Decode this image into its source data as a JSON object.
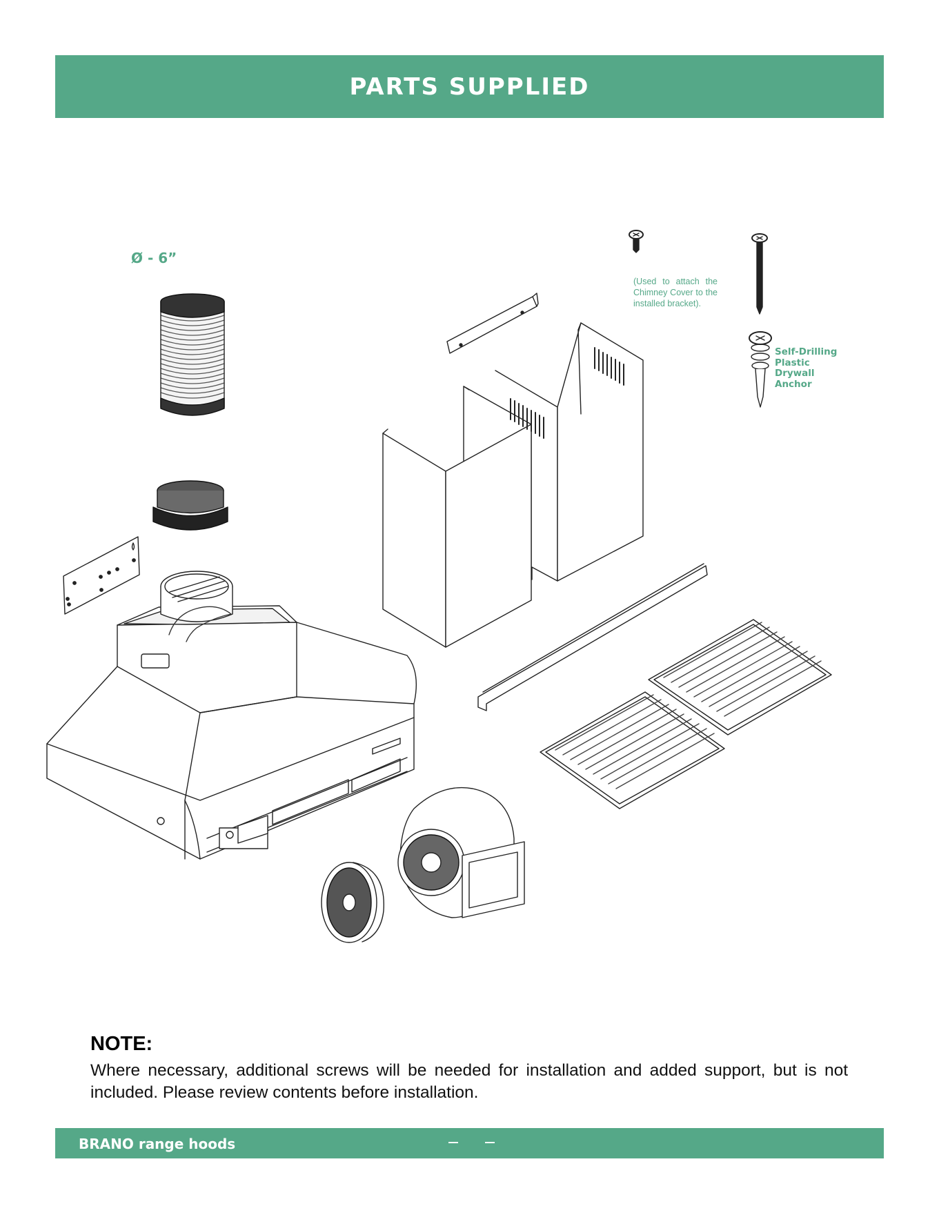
{
  "header": {
    "title": "PARTS SUPPLIED"
  },
  "parts": {
    "duct_diameter_label": "Ø - 6”",
    "screw_note": "(Used to attach the Chimney Cover to the installed bracket).",
    "anchor_label": [
      "Self-Drilling",
      "Plastic",
      "Drywall",
      "Anchor"
    ]
  },
  "note": {
    "heading": "NOTE:",
    "body": "Where necessary, additional screws will be needed for installation and added support, but is not included.  Please review contents before installation."
  },
  "footer": {
    "brand": "BRANO range hoods"
  },
  "colors": {
    "accent": "#55a888"
  }
}
